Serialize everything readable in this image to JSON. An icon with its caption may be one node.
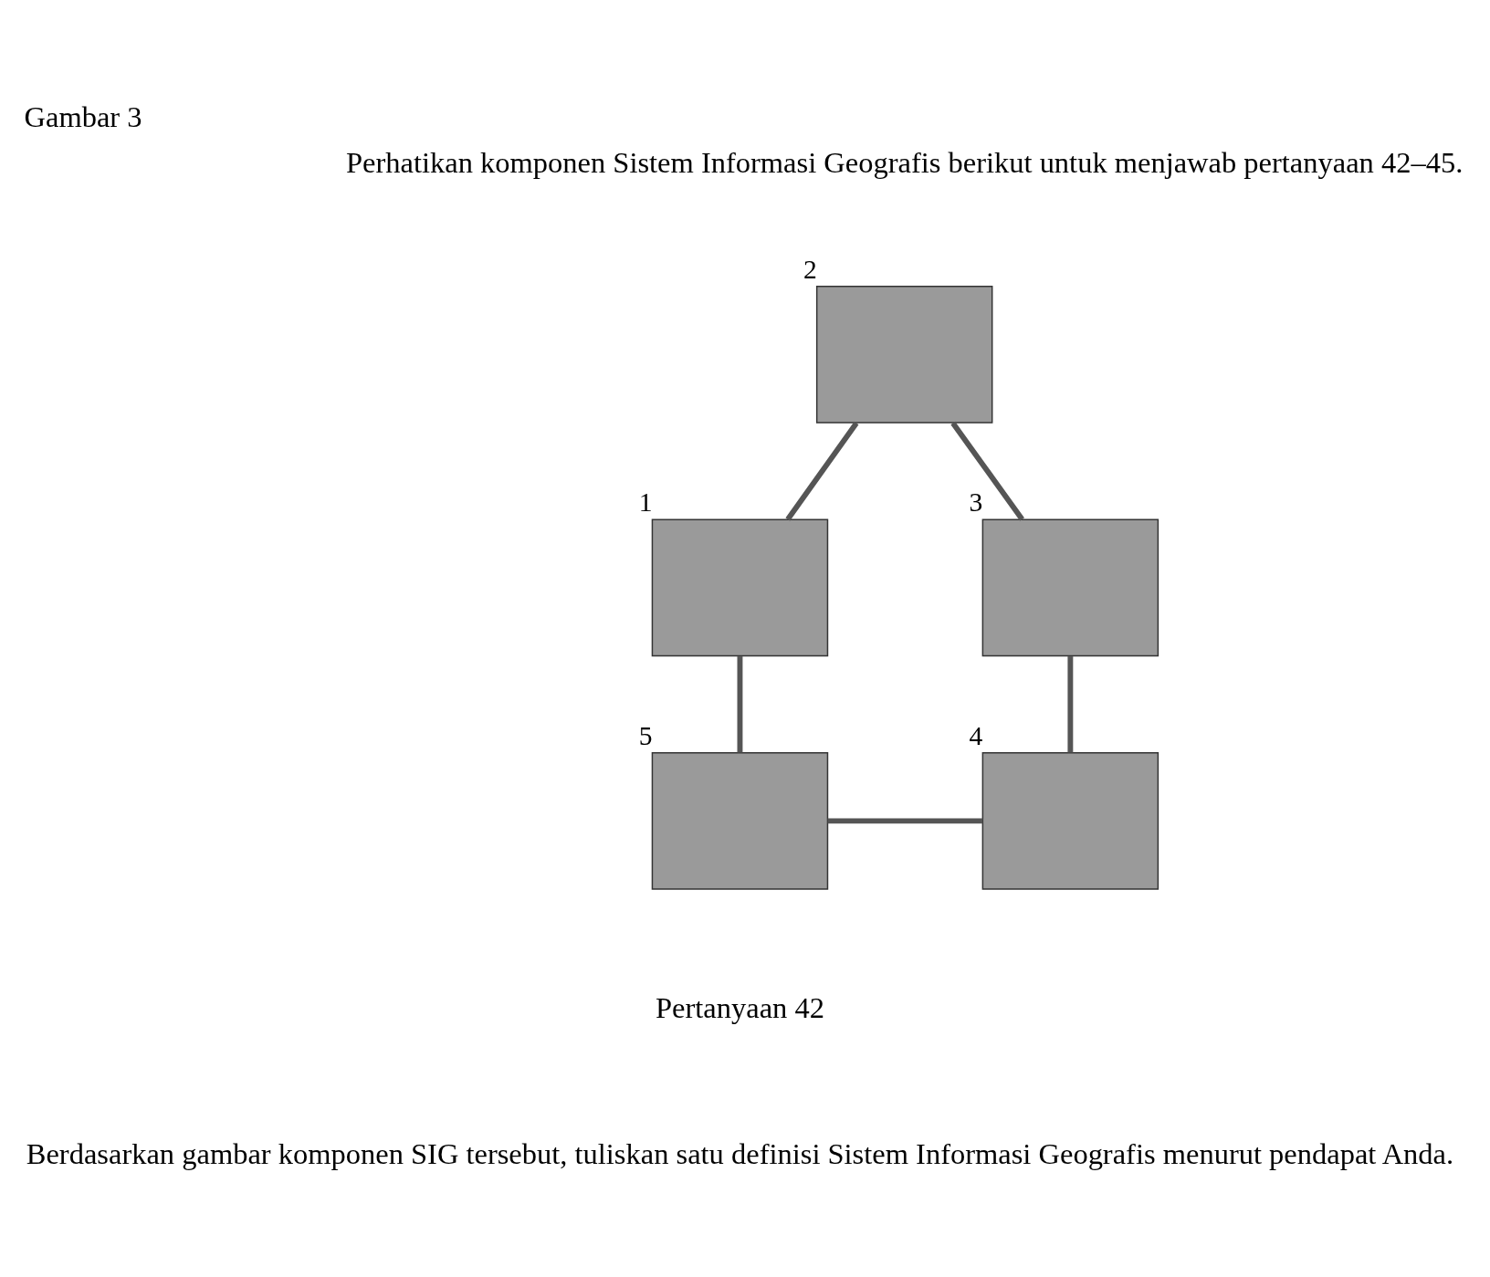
{
  "diagram": {
    "title": "Gambar 3",
    "nodes": [
      {
        "text": [],
        "shape": "box",
        "beside": [
          "2"
        ]
      },
      {
        "text": [],
        "shape": "box",
        "beside": [
          "1"
        ]
      },
      {
        "text": [],
        "shape": "box",
        "beside": [
          "3"
        ]
      },
      {
        "text": [],
        "shape": "box",
        "beside": [
          "5"
        ]
      },
      {
        "text": [],
        "shape": "box",
        "beside": [
          "4"
        ]
      }
    ],
    "edges": [
      {
        "from": 0,
        "to": 2,
        "arrow": "none"
      },
      {
        "from": 2,
        "to": 4,
        "arrow": "none"
      },
      {
        "from": 3,
        "to": 4,
        "arrow": "none"
      },
      {
        "from": 3,
        "to": 1,
        "arrow": "none"
      },
      {
        "from": 1,
        "to": 0,
        "arrow": "none"
      }
    ],
    "labels": [
      "Perhatikan komponen Sistem Informasi Geografis berikut untuk menjawab pertanyaan 42–45.",
      "Pertanyaan 42",
      "Berdasarkan gambar komponen SIG tersebut, tuliskan satu definisi Sistem Informasi Geografis menurut pendapat Anda."
    ]
  }
}
